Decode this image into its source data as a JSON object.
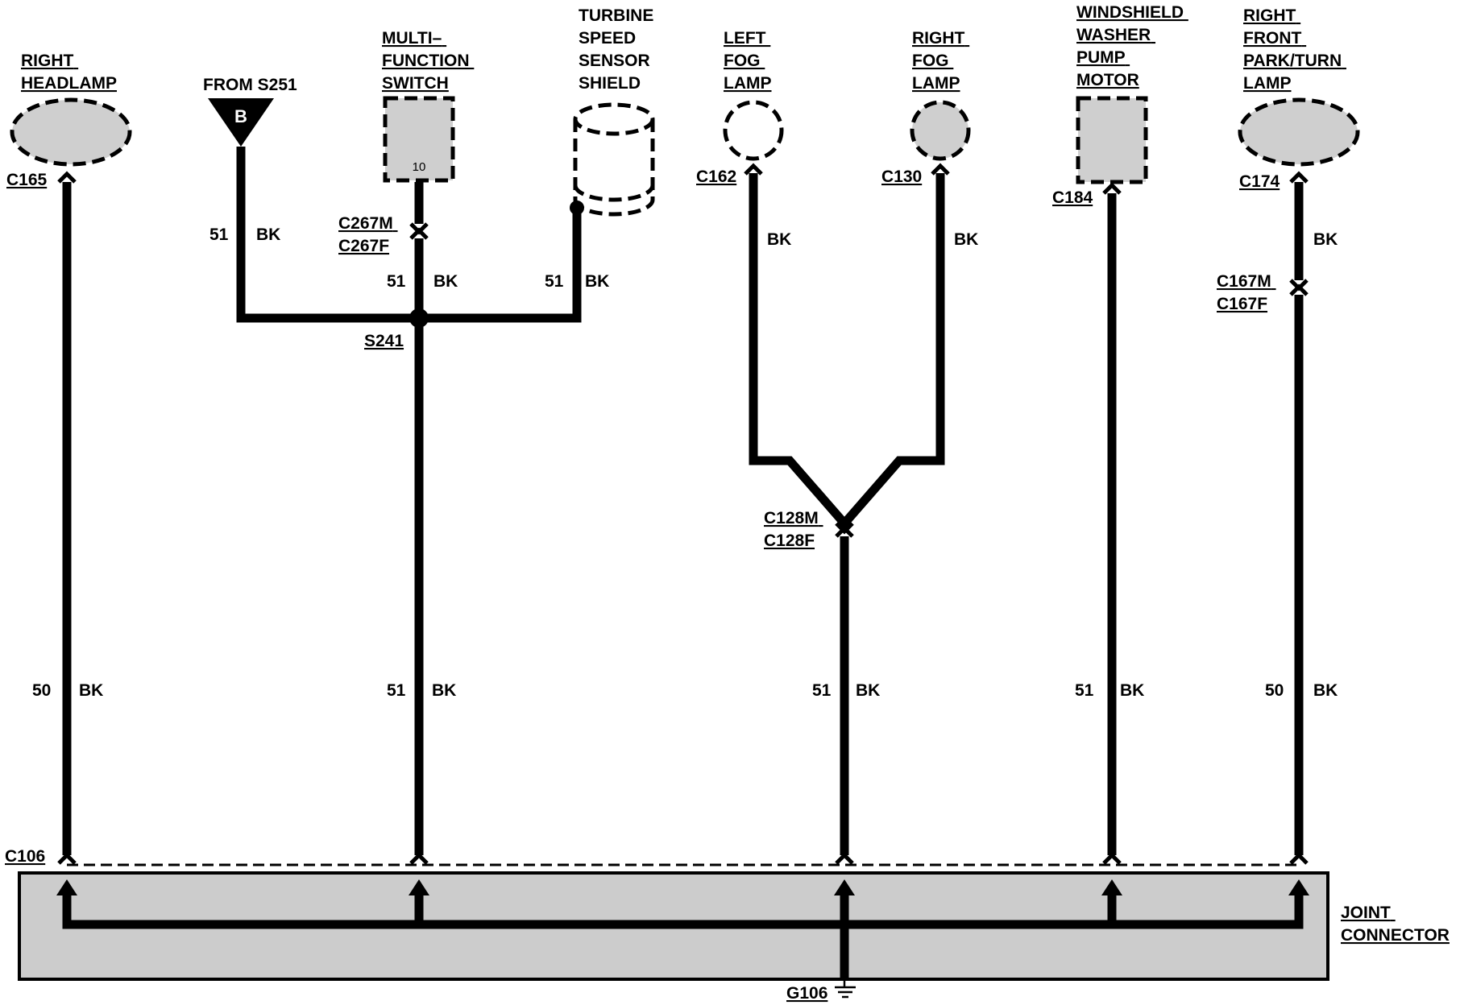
{
  "components": {
    "right_headlamp": [
      "RIGHT",
      "HEADLAMP"
    ],
    "from_s251": "FROM S251",
    "splice_b": "B",
    "multifunction_switch": [
      "MULTI–",
      "FUNCTION",
      "SWITCH"
    ],
    "multifunction_pin": "10",
    "turbine_speed_sensor_shield": [
      "TURBINE",
      "SPEED",
      "SENSOR",
      "SHIELD"
    ],
    "left_fog_lamp": [
      "LEFT",
      "FOG",
      "LAMP"
    ],
    "right_fog_lamp": [
      "RIGHT",
      "FOG",
      "LAMP"
    ],
    "windshield_washer_pump_motor": [
      "WINDSHIELD",
      "WASHER",
      "PUMP",
      "MOTOR"
    ],
    "right_front_park_turn_lamp": [
      "RIGHT",
      "FRONT",
      "PARK/TURN",
      "LAMP"
    ],
    "joint_connector": [
      "JOINT",
      "CONNECTOR"
    ]
  },
  "connectors": {
    "c165": "C165",
    "c267": [
      "C267M",
      "C267F"
    ],
    "c162": "C162",
    "c130": "C130",
    "c184": "C184",
    "c174": "C174",
    "c167": [
      "C167M",
      "C167F"
    ],
    "c128": [
      "C128M",
      "C128F"
    ],
    "c106": "C106",
    "s241": "S241",
    "g106": "G106"
  },
  "wires": {
    "circuit_50": "50",
    "circuit_51": "51",
    "color_bk": "BK"
  }
}
